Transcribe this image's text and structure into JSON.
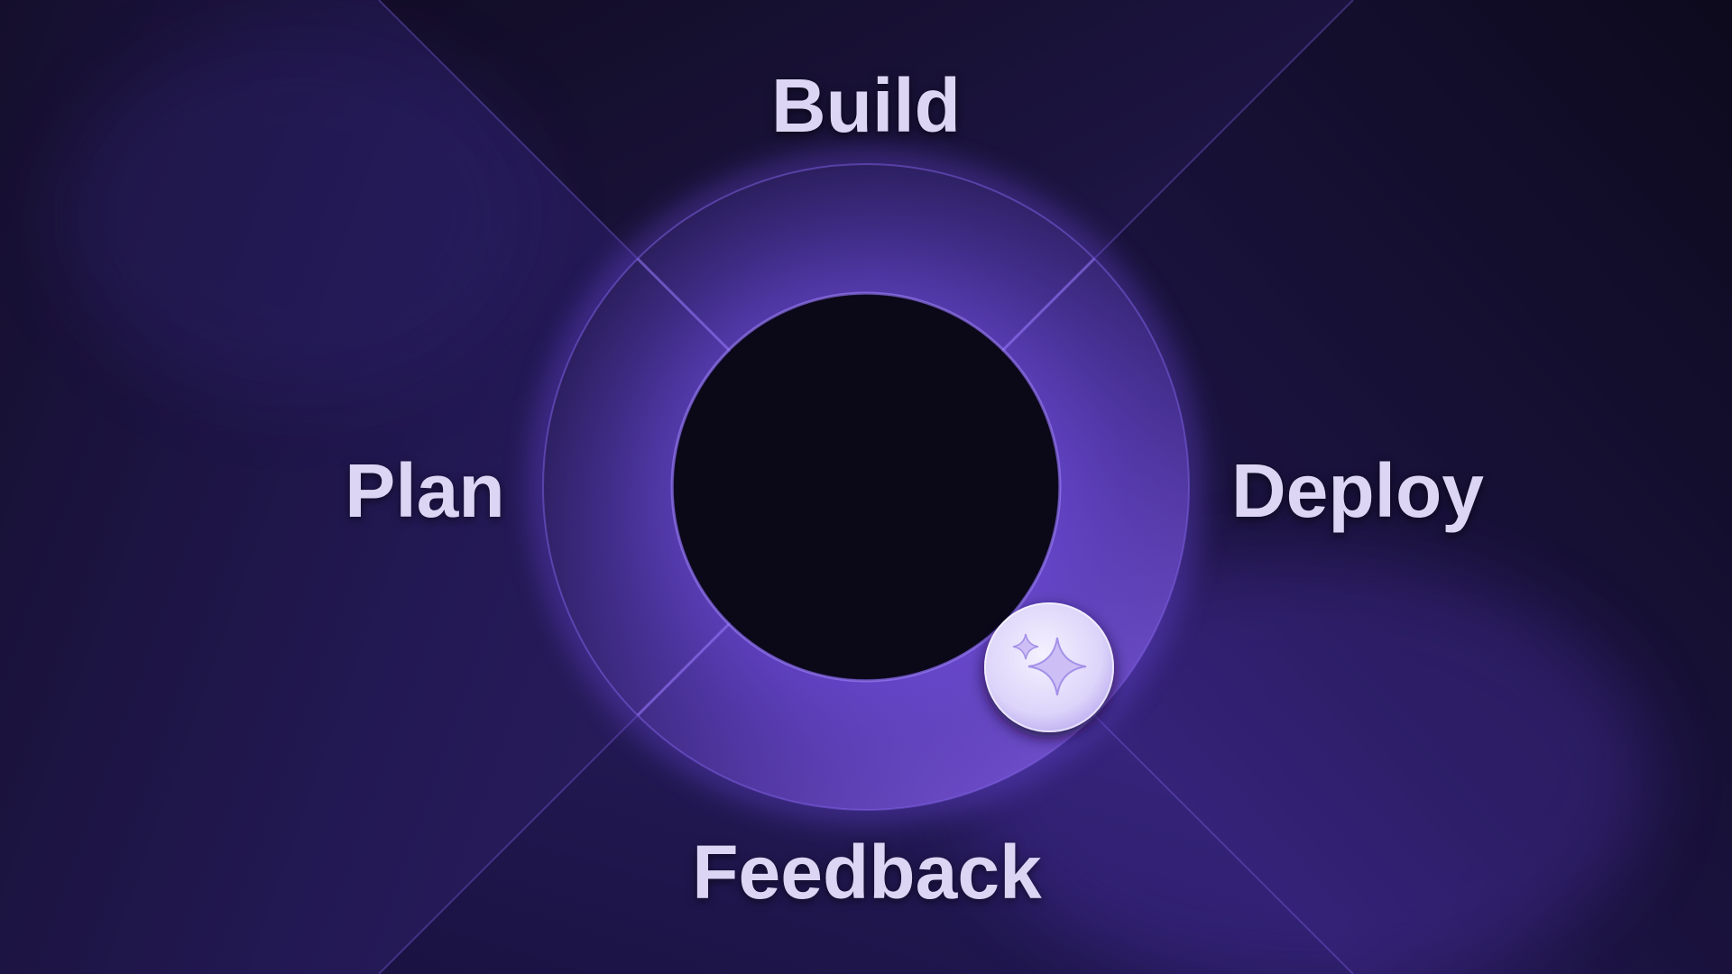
{
  "diagram": {
    "type": "cycle",
    "stages": [
      {
        "id": "build",
        "label": "Build"
      },
      {
        "id": "deploy",
        "label": "Deploy"
      },
      {
        "id": "feedback",
        "label": "Feedback"
      },
      {
        "id": "plan",
        "label": "Plan"
      }
    ],
    "marker_icon": "sparkle-icon",
    "colors": {
      "background": "#0b0818",
      "quadrant": "#221849",
      "ring": "#3a2a7a",
      "ring_highlight": "#7b55e6",
      "label": "#dcd5f3",
      "marker": "#e6e0fb"
    }
  }
}
